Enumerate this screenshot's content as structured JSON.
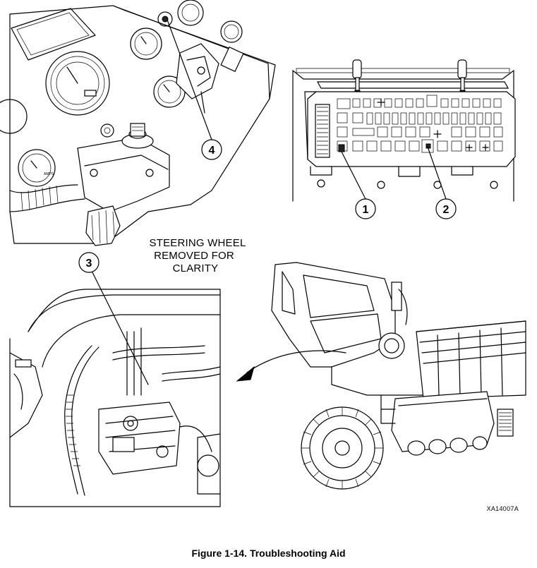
{
  "figure": {
    "caption": "Figure 1-14. Troubleshooting Aid",
    "drawing_code": "XA14007A",
    "note_lines": [
      "STEERING WHEEL",
      "REMOVED FOR",
      "CLARITY"
    ],
    "gauge_label": "AMPS",
    "callouts": [
      {
        "id": "callout-1",
        "label": "1"
      },
      {
        "id": "callout-2",
        "label": "2"
      },
      {
        "id": "callout-3",
        "label": "3"
      },
      {
        "id": "callout-4",
        "label": "4"
      }
    ]
  }
}
